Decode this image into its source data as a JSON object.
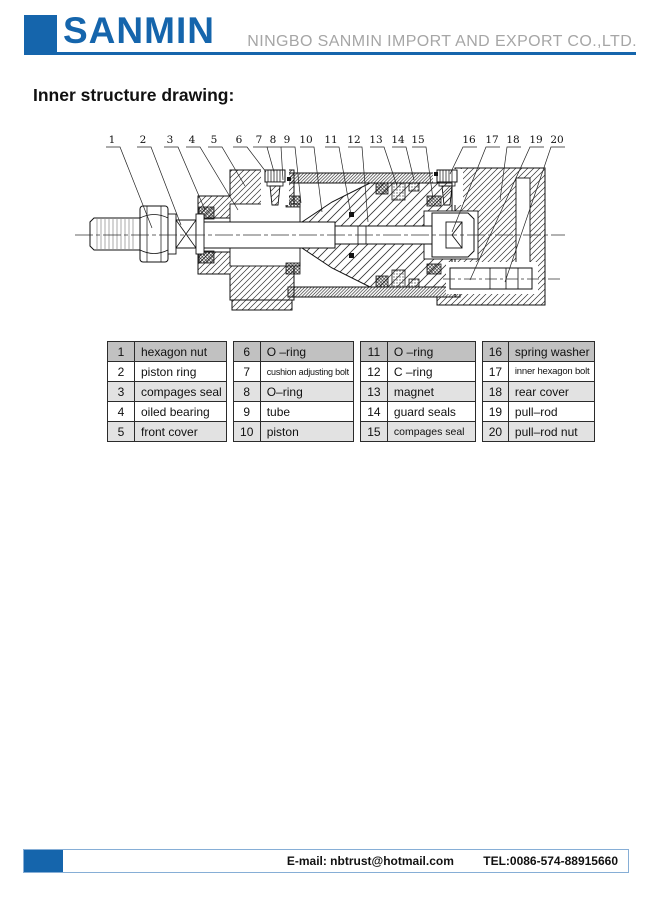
{
  "header": {
    "logo_text": "SANMIN",
    "company_name": "NINGBO SANMIN IMPORT AND EXPORT CO.,LTD.",
    "brand_blue": "#1565ac",
    "company_text_gray": "#a6a6a6"
  },
  "page_title": "Inner structure drawing:",
  "drawing": {
    "description": "cross-section of pneumatic cylinder with 20 numbered callouts",
    "callouts": [
      "1",
      "2",
      "3",
      "4",
      "5",
      "6",
      "7",
      "8",
      "9",
      "10",
      "11",
      "12",
      "13",
      "14",
      "15",
      "16",
      "17",
      "18",
      "19",
      "20"
    ]
  },
  "parts_table": {
    "rows": [
      [
        "1",
        "hexagon nut",
        "6",
        "O –ring",
        "11",
        "O –ring",
        "16",
        "spring washer"
      ],
      [
        "2",
        "piston ring",
        "7",
        "cushion adjusting bolt",
        "12",
        "C –ring",
        "17",
        "inner hexagon bolt"
      ],
      [
        "3",
        "compages seal",
        "8",
        "O–ring",
        "13",
        "magnet",
        "18",
        "rear cover"
      ],
      [
        "4",
        "oiled bearing",
        "9",
        "tube",
        "14",
        "guard seals",
        "19",
        "pull–rod"
      ],
      [
        "5",
        "front cover",
        "10",
        "piston",
        "15",
        "compages seal",
        "20",
        "pull–rod nut"
      ]
    ]
  },
  "footer": {
    "email": "E-mail: nbtrust@hotmail.com",
    "tel": "TEL:0086-574-88915660"
  }
}
